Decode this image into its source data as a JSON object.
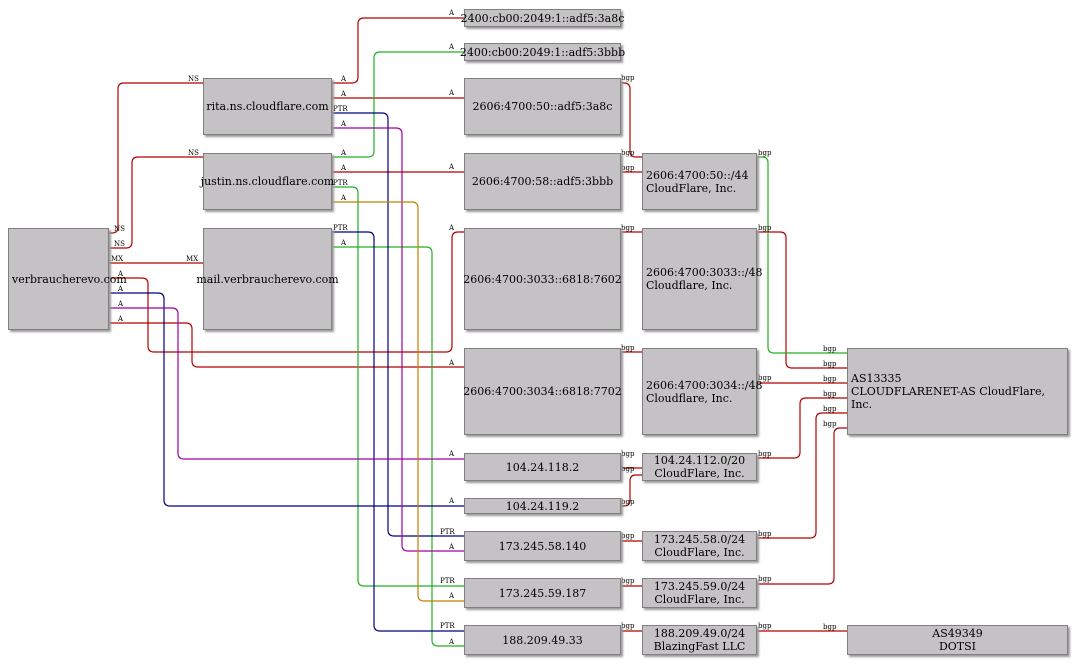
{
  "colors": {
    "red": "#b00000",
    "green": "#20b020",
    "navy": "#000080",
    "magenta": "#a000a0",
    "orange": "#c08000",
    "node_fill": "#c4c2c4"
  },
  "nodes": {
    "domain": "verbraucherevo.com",
    "ns_rita": "rita.ns.cloudflare.com",
    "ns_justin": "justin.ns.cloudflare.com",
    "mail": "mail.verbraucherevo.com",
    "ip6_a": "2400:cb00:2049:1::adf5:3a8c",
    "ip6_b": "2400:cb00:2049:1::adf5:3bbb",
    "ip6_c": "2606:4700:50::adf5:3a8c",
    "ip6_d": "2606:4700:58::adf5:3bbb",
    "ip6_e": "2606:4700:3033::6818:7602",
    "ip6_f": "2606:4700:3034::6818:7702",
    "ip4_a": "104.24.118.2",
    "ip4_b": "104.24.119.2",
    "ip4_c": "173.245.58.140",
    "ip4_d": "173.245.59.187",
    "ip4_e": "188.209.49.33",
    "pfx_a": "2606:4700:50::/44\nCloudFlare, Inc.",
    "pfx_b": "2606:4700:3033::/48\nCloudflare, Inc.",
    "pfx_c": "2606:4700:3034::/48\nCloudflare, Inc.",
    "pfx_d": "104.24.112.0/20\nCloudFlare, Inc.",
    "pfx_e": "173.245.58.0/24\nCloudFlare, Inc.",
    "pfx_f": "173.245.59.0/24\nCloudFlare, Inc.",
    "pfx_g": "188.209.49.0/24\nBlazingFast LLC",
    "as_cloudflare": "AS13335\nCLOUDFLARENET-AS CloudFlare, Inc.",
    "as_dotsi": "AS49349\nDOTSI"
  },
  "edge_labels": {
    "a": "A",
    "ns": "NS",
    "mx": "MX",
    "ptr": "PTR",
    "bgp": "bgp"
  }
}
